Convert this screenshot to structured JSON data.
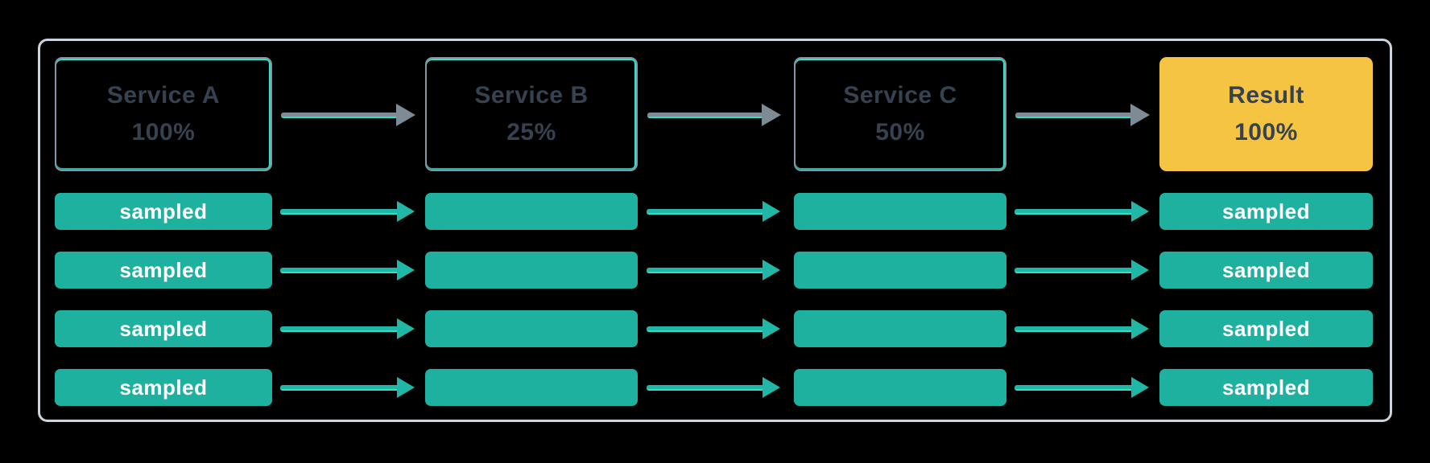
{
  "diagram": {
    "columns": [
      {
        "id": "service-a",
        "header": {
          "label": "Service A",
          "value": "100%",
          "style": "outlined"
        },
        "bars": [
          {
            "label": "sampled"
          },
          {
            "label": "sampled"
          },
          {
            "label": "sampled"
          },
          {
            "label": "sampled"
          }
        ]
      },
      {
        "id": "service-b",
        "header": {
          "label": "Service B",
          "value": "25%",
          "style": "outlined"
        },
        "bars": [
          {
            "label": ""
          },
          {
            "label": ""
          },
          {
            "label": ""
          },
          {
            "label": ""
          }
        ]
      },
      {
        "id": "service-c",
        "header": {
          "label": "Service C",
          "value": "50%",
          "style": "outlined"
        },
        "bars": [
          {
            "label": ""
          },
          {
            "label": ""
          },
          {
            "label": ""
          },
          {
            "label": ""
          }
        ]
      },
      {
        "id": "result",
        "header": {
          "label": "Result",
          "value": "100%",
          "style": "filled"
        },
        "bars": [
          {
            "label": "sampled"
          },
          {
            "label": "sampled"
          },
          {
            "label": "sampled"
          },
          {
            "label": "sampled"
          }
        ]
      }
    ],
    "arrows": {
      "top_row_style": "gray-with-cyan-underline",
      "sample_row_style": "teal-with-cyan-underline"
    },
    "icons": {
      "arrow_right": "arrow-right-icon"
    },
    "colors": {
      "background": "#000000",
      "frame_border": "#cbd3dc",
      "node_border": "#8a95a3",
      "cyan_accent": "#2be2d0",
      "cyan_accent_dim": "#1fae9f",
      "teal_bar": "#1fb1a0",
      "teal_arrow": "#21b7a6",
      "gray_arrow": "#7e8a94",
      "yellow_result": "#f6c443",
      "slate_text": "#36424f",
      "bar_text": "#ffffff"
    }
  }
}
